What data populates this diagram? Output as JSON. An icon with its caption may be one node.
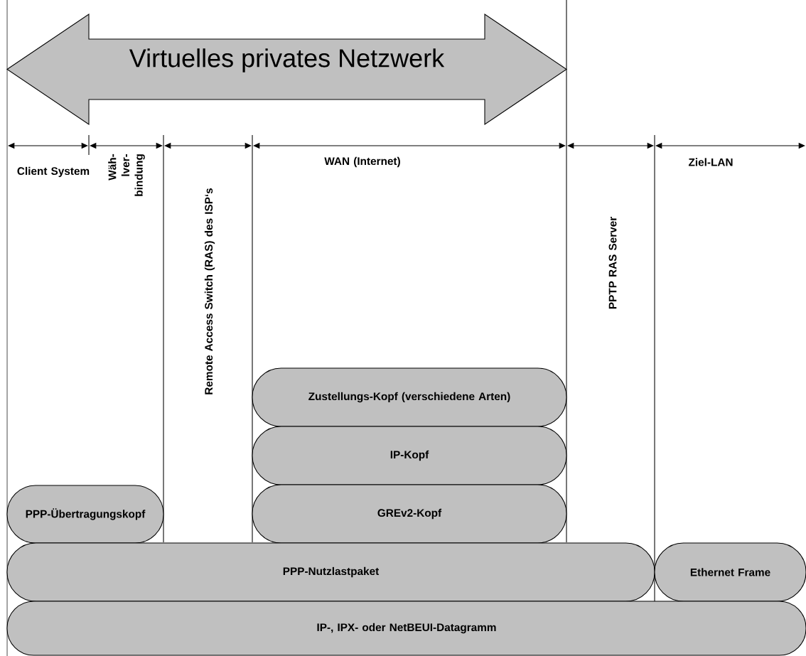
{
  "diagram": {
    "nodes": [
      {
        "text": [
          "Virtuelles privates Netzwerk"
        ]
      },
      {
        "text": [
          "Zustellungs-Kopf (verschiedene Arten)"
        ]
      },
      {
        "text": [
          "IP-Kopf"
        ]
      },
      {
        "text": [
          "PPP-Übertragungskopf"
        ]
      },
      {
        "text": [
          "GREv2-Kopf"
        ]
      },
      {
        "text": [
          "PPP-Nutzlastpaket"
        ]
      },
      {
        "text": [
          "Ethernet Frame"
        ]
      },
      {
        "text": [
          "IP-, IPX- oder NetBEUI-Datagramm"
        ]
      }
    ],
    "labels": [
      "Client System",
      "Wäh- lver- bindung",
      "Remote Access Switch (RAS) des ISP‘s",
      "WAN (Internet)",
      "PPTP RAS Server",
      "Ziel-LAN"
    ]
  }
}
